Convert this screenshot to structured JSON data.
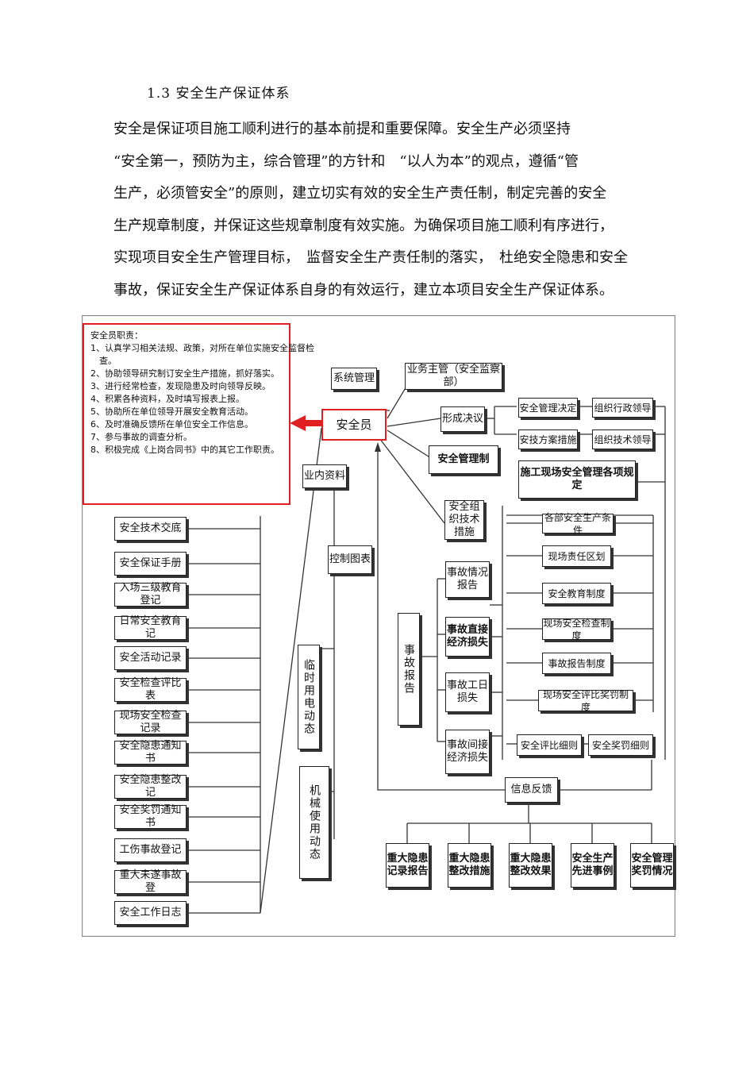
{
  "heading": "1.3 安全生产保证体系",
  "paragraph_lines": [
    "安全是保证项目施工顺利进行的基本前提和重要保障。安全生产必须坚持",
    "“安全第一，预防为主，综合管理”的方针和　“以人为本”的观点，遵循“管",
    "生产，必须管安全”的原则，建立切实有效的安全生产责任制，制定完善的安全",
    "生产规章制度，并保证这些规章制度有效实施。为确保项目施工顺利有序进行，",
    "实现项目安全生产管理目标，　监督安全生产责任制的落实，　杜绝安全隐患和安全",
    "事故，保证安全生产保证体系自身的有效运行，建立本项目安全生产保证体系。"
  ],
  "duties": {
    "title": "安全员职责：",
    "lines": [
      "1、认真学习相关法规、政策，对所在单位实施安全监督检",
      "　查。",
      "2、协助领导研究制订安全生产措施，抓好落实。",
      "3、进行经常检查，发现隐患及时向领导反映。",
      "4、积累各种资料，及时填写报表上报。",
      "5、协助所在单位领导开展安全教育活动。",
      "6、及时准确反馈所在单位安全工作信息。",
      "7、参与事故的调查分析。",
      "8、积极完成《上岗合同书》中的其它工作职责。"
    ]
  },
  "nodes": {
    "center": "安全员",
    "system_mgmt": "系统管理",
    "business_head": "业务主管（安全监察部）",
    "form_decision": "形成决议",
    "safety_plan": "安全管理决定",
    "exec_admin": "组织行政领导",
    "tech_measures": "安技方案措施",
    "exec_tech": "组织技术领导",
    "safety_mgmt": "安全管理制",
    "site_rules": "施工现场安全管理各项规定",
    "org_measures": "安全组织技术措施",
    "internal_docs": "业内资料",
    "control_chart": "控制图表",
    "temp_power": "临时用电动态",
    "machinery": "机械使用动态",
    "accident_report": "事故报告",
    "acc_situation": "事故情况报告",
    "acc_direct_loss": "事故直接经济损失",
    "lost_workdays": "事故工日损失",
    "acc_indirect_loss": "事故间接经济损失",
    "info_feedback": "信息反馈",
    "left_docs": [
      "安全技术交底",
      "安全保证手册",
      "入场三级教育登记",
      "日常安全教育记",
      "安全活动记录",
      "安全检查评比表",
      "现场安全检查记录",
      "安全隐患通知书",
      "安全隐患整改记",
      "安全奖罚通知书",
      "工伤事故登记",
      "重大未遂事故登",
      "安全工作日志"
    ],
    "right_rules": [
      "各部安全生产条件",
      "现场责任区划",
      "安全教育制度",
      "现场安全检查制度",
      "事故报告制度",
      "现场安全评比奖罚制度"
    ],
    "eval_detail": "安全评比细则",
    "reward_detail": "安全奖罚细则",
    "bottom": [
      "重大隐患记录报告",
      "重大隐患整改措施",
      "重大隐患整改效果",
      "安全生产先进事例",
      "安全管理奖罚情况"
    ]
  }
}
